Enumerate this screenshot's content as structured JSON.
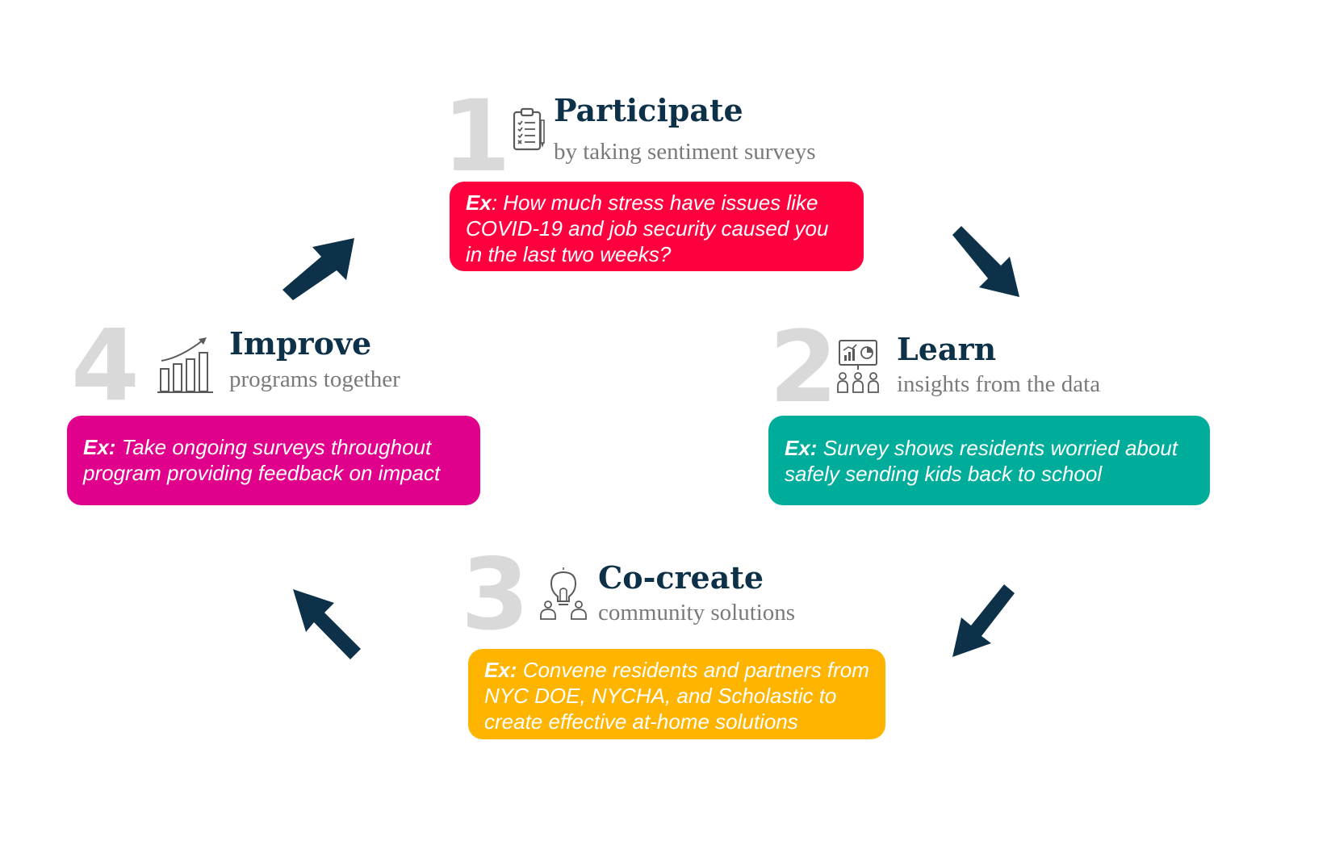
{
  "colors": {
    "navy": "#0d3148",
    "number_gray": "#d9d9d9",
    "subtitle_gray": "#7a7a7a",
    "participate_box": "#ff003f",
    "learn_box": "#00ad9a",
    "cocreate_box": "#ffb500",
    "improve_box": "#e0008c"
  },
  "steps": [
    {
      "number": "1",
      "icon": "clipboard-checklist-icon",
      "title": "Participate",
      "subtitle": "by taking sentiment surveys",
      "example_label": "Ex",
      "example_sep": ":",
      "example_text": " How much stress have issues like COVID-19 and job security caused you in the last two weeks?"
    },
    {
      "number": "2",
      "icon": "presentation-audience-icon",
      "title": "Learn",
      "subtitle": "insights from the data",
      "example_label": "Ex:",
      "example_sep": "",
      "example_text": " Survey shows residents worried about safely sending kids back to school"
    },
    {
      "number": "3",
      "icon": "lightbulb-team-icon",
      "title": "Co-create",
      "subtitle": "community solutions",
      "example_label": "Ex:",
      "example_sep": "",
      "example_text": " Convene residents and partners from NYC DOE, NYCHA, and Scholastic to create effective at-home solutions"
    },
    {
      "number": "4",
      "icon": "bar-chart-growth-icon",
      "title": "Improve",
      "subtitle": "programs together",
      "example_label": "Ex:",
      "example_sep": "",
      "example_text": " Take ongoing surveys throughout program providing feedback on impact"
    }
  ]
}
